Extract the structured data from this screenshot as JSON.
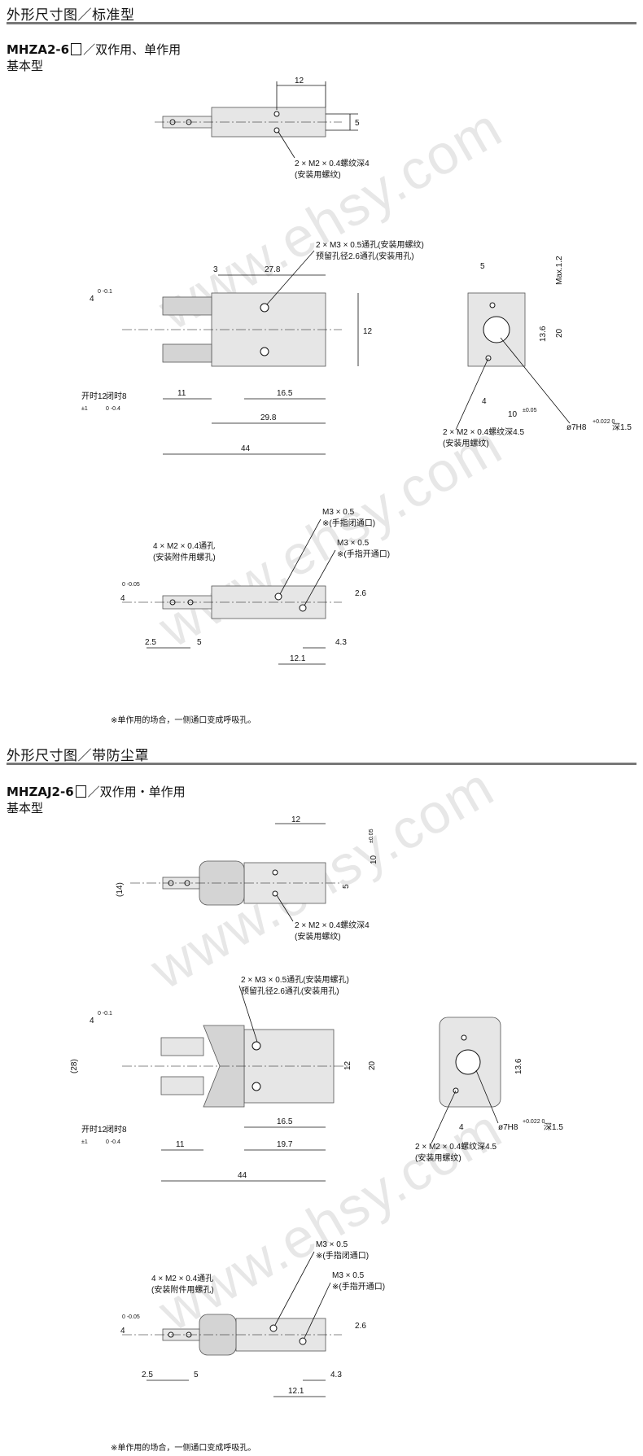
{
  "watermark": "www.ehsy.com",
  "section1": {
    "title": "外形尺寸图／标准型",
    "model": "MHZA2-6",
    "model_suffix": "／双作用、单作用",
    "subtype": "基本型",
    "note": "※单作用的场合，一侧通口变成呼吸孔。",
    "top_view": {
      "dim_12": "12",
      "dim_5": "5",
      "thread": "2 × M2 × 0.4螺纹深4",
      "thread_note": "(安装用螺纹)"
    },
    "front_view": {
      "hole_label": "2 × M3 × 0.5通孔(安装用螺纹)",
      "hole_label2": "预留孔径2.6通孔(安装用孔)",
      "dim_3": "3",
      "dim_278": "27.8",
      "dim_12": "12",
      "dim_11": "11",
      "dim_165": "16.5",
      "dim_298": "29.8",
      "dim_44": "44",
      "dim_4": "4",
      "tol_4": "0 -0.1",
      "open_label": "开时12",
      "open_tol": "±1",
      "close_label": "闭时8",
      "close_tol": "0 -0.4"
    },
    "side_view": {
      "dim_5": "5",
      "dim_max": "Max.1.2",
      "dim_136": "13.6",
      "dim_20": "20",
      "dim_4": "4",
      "dim_10": "10",
      "tol_10": "±0.05",
      "bore": "ø7H8",
      "bore_tol": "+0.022 0",
      "bore_depth": "深1.5",
      "thread": "2 × M2 × 0.4螺纹深4.5",
      "thread_note": "(安装用螺纹)"
    },
    "bottom_view": {
      "port1": "M3 × 0.5",
      "port1_note": "※(手指闭通口)",
      "port2": "M3 × 0.5",
      "port2_note": "※(手指开通口)",
      "holes": "4 × M2 × 0.4通孔",
      "holes_note": "(安装附件用螺孔)",
      "dim_4": "4",
      "tol_4": "0 -0.05",
      "dim_26": "2.6",
      "dim_25": "2.5",
      "dim_5": "5",
      "dim_43": "4.3",
      "dim_121": "12.1"
    }
  },
  "section2": {
    "title": "外形尺寸图／带防尘罩",
    "model": "MHZAJ2-6",
    "model_suffix": "／双作用・单作用",
    "subtype": "基本型",
    "note": "※单作用的场合，一侧通口变成呼吸孔。",
    "top_view": {
      "dim_12": "12",
      "dim_14": "(14)",
      "dim_5": "5",
      "dim_10": "10",
      "tol_10": "±0.05",
      "thread": "2 × M2 × 0.4螺纹深4",
      "thread_note": "(安装用螺纹)"
    },
    "front_view": {
      "hole_label": "2 × M3 × 0.5通孔(安装用螺孔)",
      "hole_label2": "预留孔径2.6通孔(安装用孔)",
      "dim_4": "4",
      "tol_4": "0 -0.1",
      "dim_28": "(28)",
      "dim_12": "12",
      "dim_20": "20",
      "open_label": "开时12",
      "open_tol": "±1",
      "close_label": "闭时8",
      "close_tol": "0 -0.4",
      "dim_11": "11",
      "dim_165": "16.5",
      "dim_197": "19.7",
      "dim_44": "44"
    },
    "side_view": {
      "dim_136": "13.6",
      "dim_4": "4",
      "bore": "ø7H8",
      "bore_tol": "+0.022 0",
      "bore_depth": "深1.5",
      "thread": "2 × M2 × 0.4螺纹深4.5",
      "thread_note": "(安装用螺纹)"
    },
    "bottom_view": {
      "port1": "M3 × 0.5",
      "port1_note": "※(手指闭通口)",
      "port2": "M3 × 0.5",
      "port2_note": "※(手指开通口)",
      "holes": "4 × M2 × 0.4通孔",
      "holes_note": "(安装附件用螺孔)",
      "dim_4": "4",
      "tol_4": "0 -0.05",
      "dim_26": "2.6",
      "dim_25": "2.5",
      "dim_5": "5",
      "dim_43": "4.3",
      "dim_121": "12.1"
    }
  }
}
